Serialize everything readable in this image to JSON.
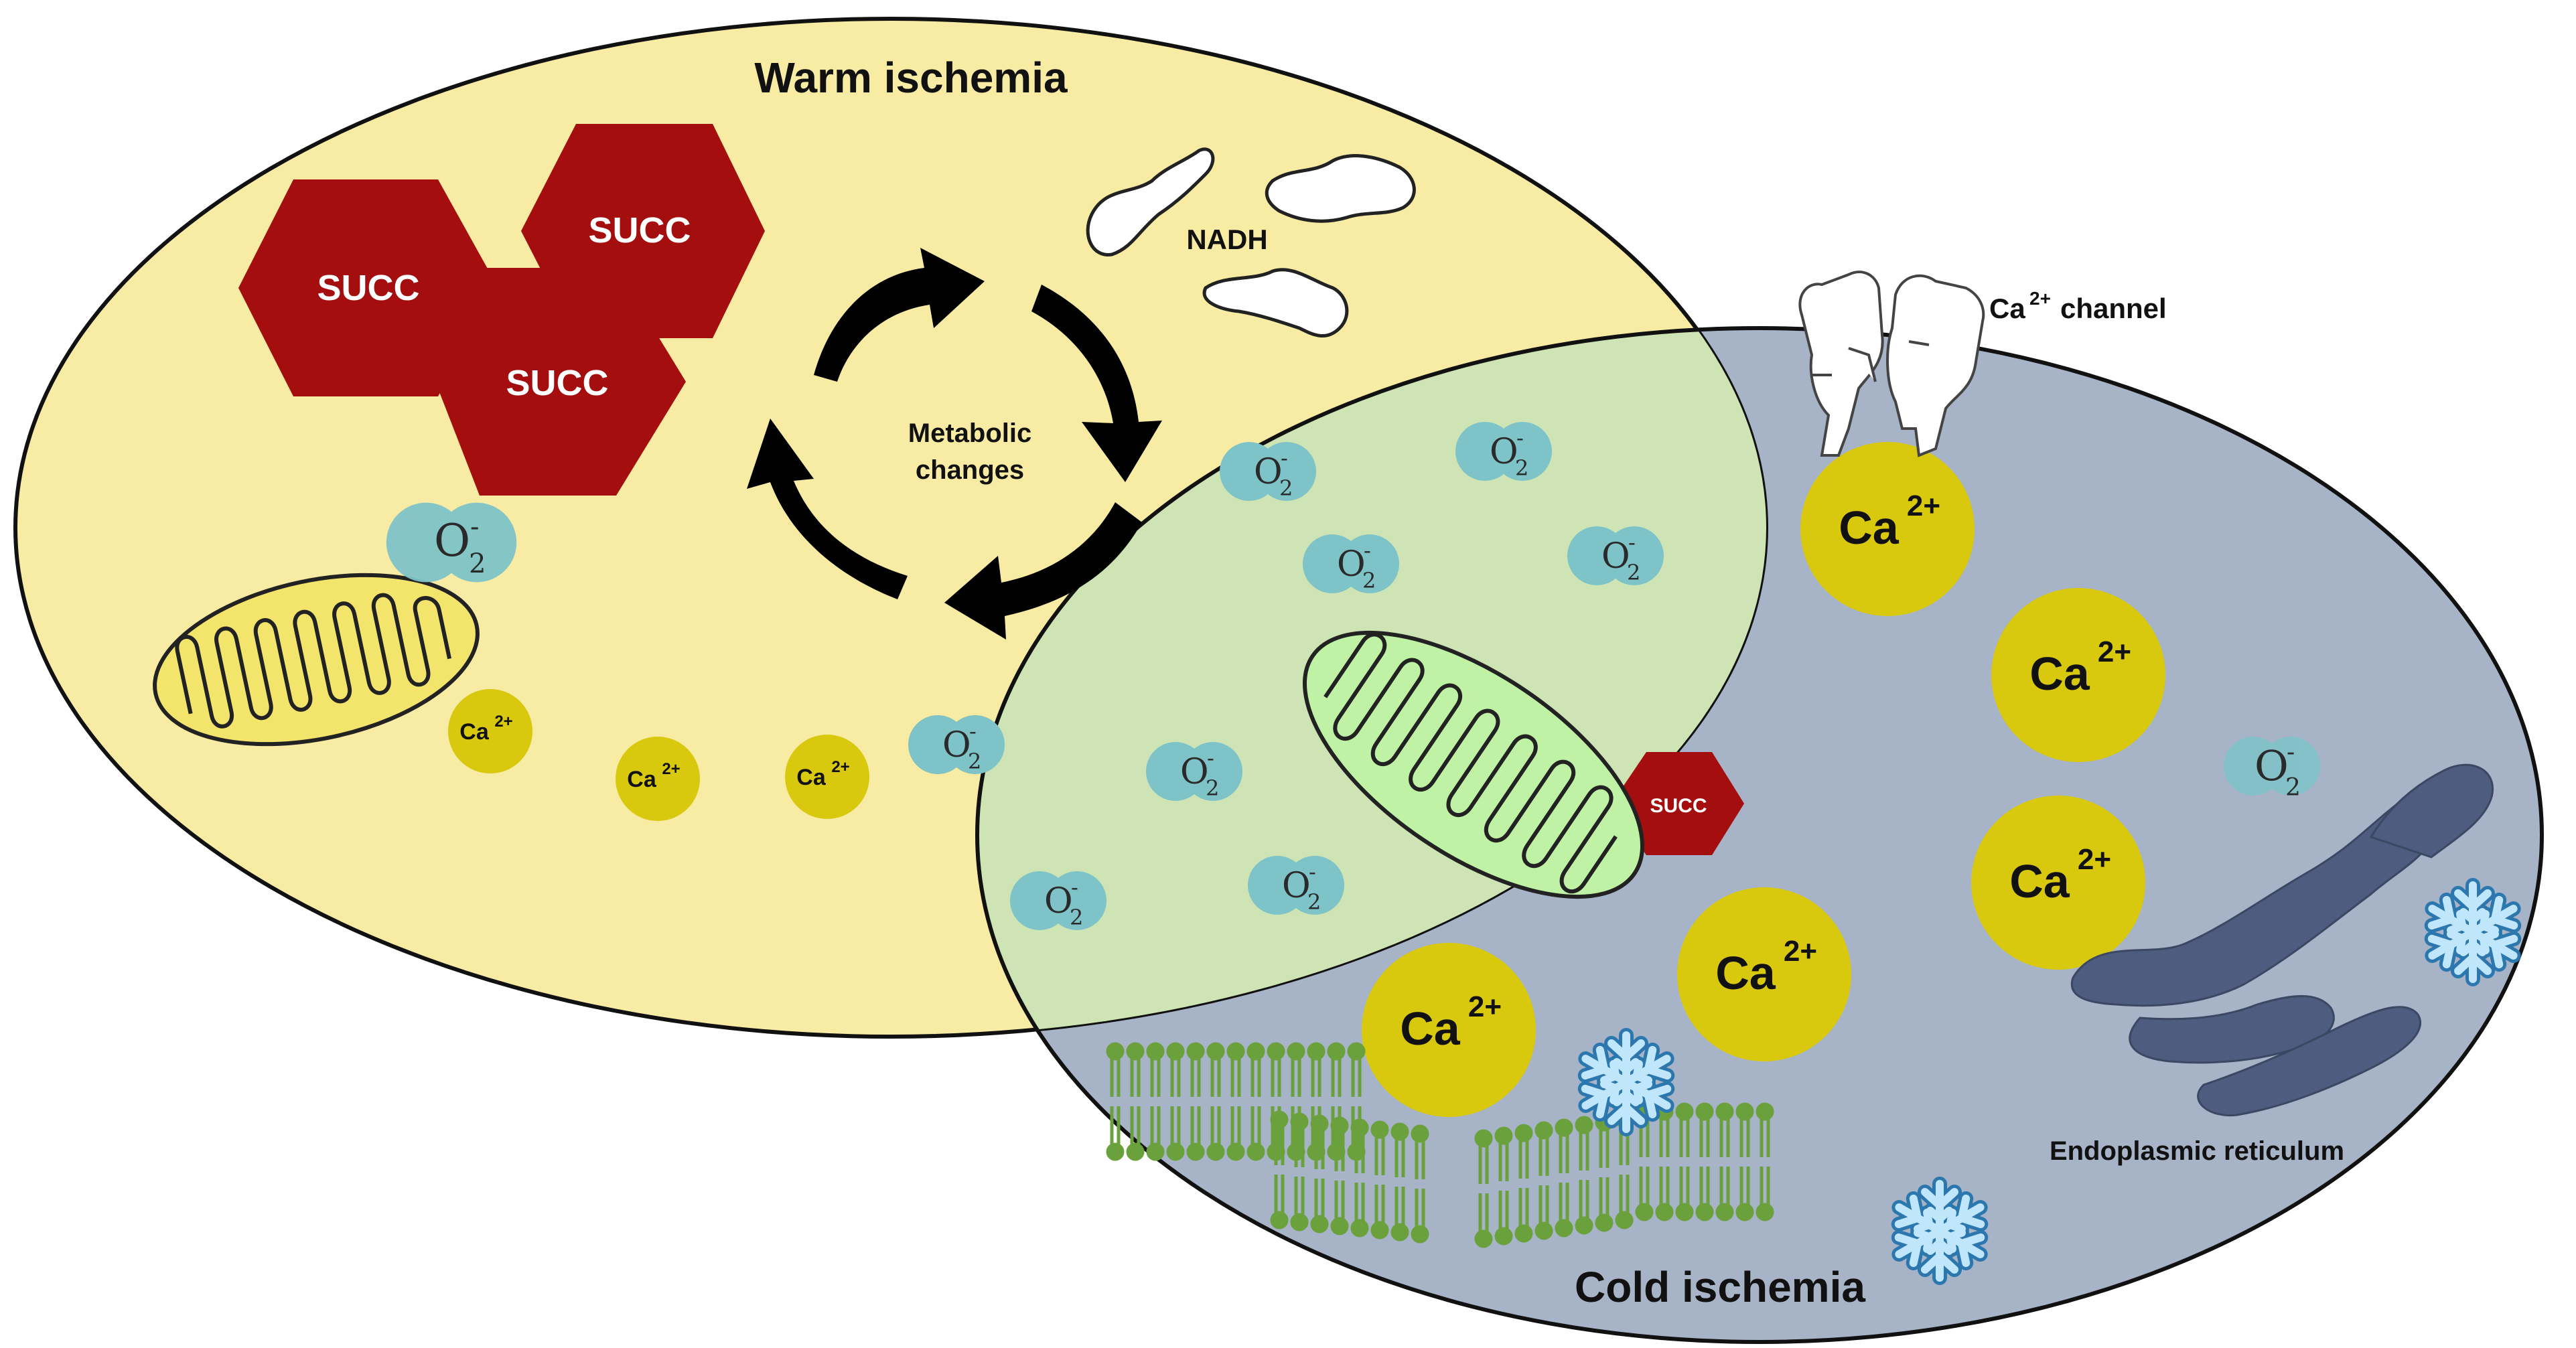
{
  "labels": {
    "warm_title": "Warm ischemia",
    "cold_title": "Cold ischemia",
    "metabolic_line1": "Metabolic",
    "metabolic_line2": "changes",
    "nadh": "NADH",
    "ca_channel": "channel",
    "er": "Endoplasmic reticulum"
  },
  "molecules": {
    "succ": "SUCC",
    "ca": "Ca",
    "ca_charge": "2+",
    "o2": "O",
    "o2_sub": "2",
    "o2_charge": "-"
  },
  "colors": {
    "warm_fill": "#f8eca5",
    "cold_fill": "#a7b3c6",
    "overlap_fill": "#cfe4b5",
    "succ": "#a40e0e",
    "calcium": "#d8c80e",
    "superoxide": "#7ec3c8",
    "mito_warm": "#f3e46c",
    "mito_cold": "#bff2a4",
    "membrane": "#6aa13c",
    "er": "#4d5c7f",
    "snowflake": "#5eb1e4"
  }
}
